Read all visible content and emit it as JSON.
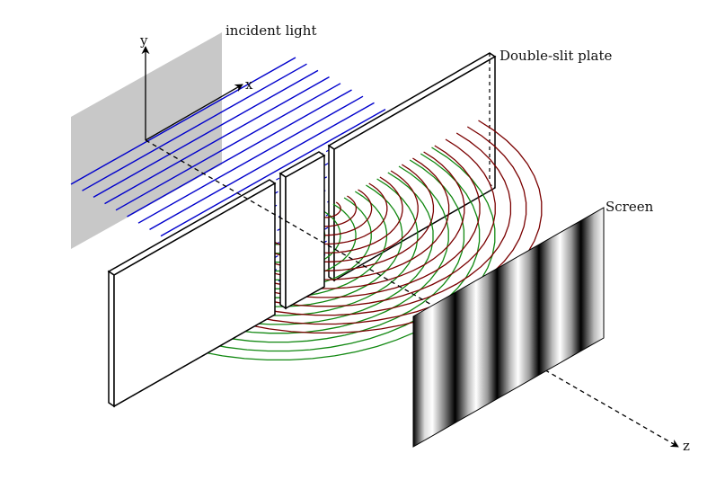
{
  "labels": {
    "incident": "incident light",
    "plate": "Double-slit plate",
    "screen": "Screen",
    "axis_x": "x",
    "axis_y": "y",
    "axis_z": "z"
  },
  "colors": {
    "incident_lines": "#0000cc",
    "wave_green": "#118811",
    "wave_red": "#7a0000",
    "panel_gray": "#c8c8c8",
    "ink": "#000000"
  }
}
